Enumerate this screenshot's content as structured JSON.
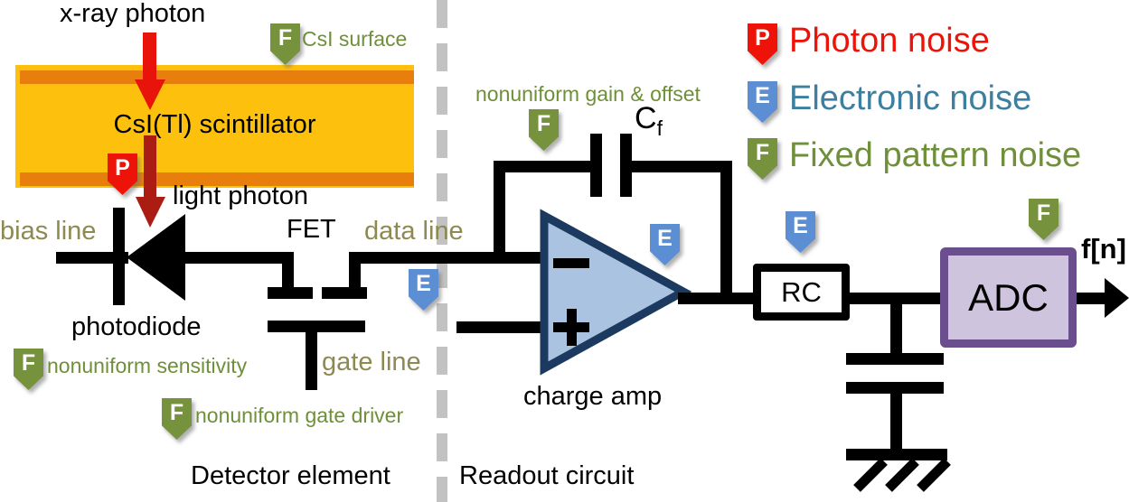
{
  "badges": {
    "P": "P",
    "E": "E",
    "F": "F"
  },
  "labels": {
    "xray_photon": "x-ray photon",
    "csi_surface": "CsI surface",
    "scintillator": "CsI(Tl) scintillator",
    "light_photon": "light photon",
    "bias_line": "bias line",
    "fet": "FET",
    "data_line": "data line",
    "photodiode": "photodiode",
    "gate_line": "gate line",
    "nonuniform_sensitivity": "nonuniform sensitivity",
    "nonuniform_gate_driver": "nonuniform gate driver",
    "nonuniform_gain_offset": "nonuniform gain & offset",
    "cf_name": "C",
    "cf_sub": "f",
    "charge_amp": "charge amp",
    "rc": "RC",
    "adc": "ADC",
    "output_signal": "f[n]",
    "detector_element": "Detector element",
    "readout_circuit": "Readout circuit"
  },
  "legend": {
    "items": [
      {
        "badge": "P",
        "label": "Photon noise",
        "color": "#ee1309"
      },
      {
        "badge": "E",
        "label": "Electronic noise",
        "color": "#3d7fa0"
      },
      {
        "badge": "F",
        "label": "Fixed pattern noise",
        "color": "#6f8f3a"
      }
    ]
  },
  "colors": {
    "badge_red": "#ee1309",
    "badge_blue": "#5b8ed2",
    "badge_green": "#76923c",
    "scintillator_fill": "#fdc10d",
    "scintillator_stripe": "#e87e0c",
    "xray_arrow": "#e8130a",
    "light_arrow": "#ab1d12",
    "opamp_fill": "#a9c3e0",
    "opamp_border": "#1c3a5f",
    "adc_fill": "#cec4dd",
    "adc_border": "#6a4e8e",
    "line_label_khaki": "#8e8952",
    "annotation_green": "#6f8f3a",
    "separator_gray": "#c2c2c2",
    "wire_black": "#000000"
  }
}
